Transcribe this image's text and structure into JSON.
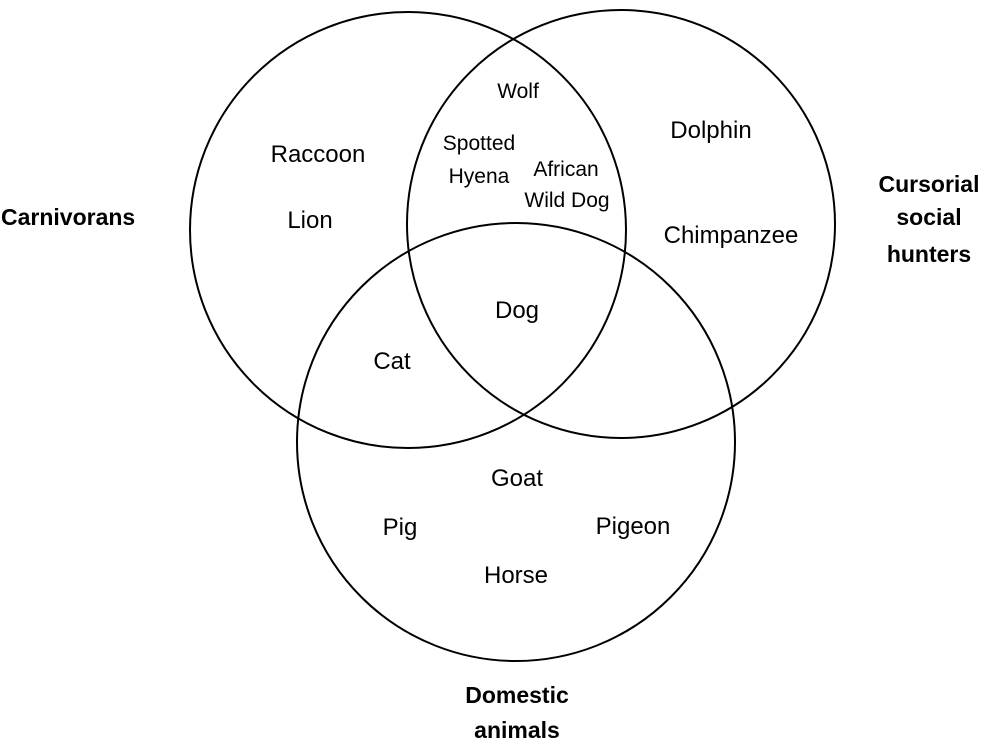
{
  "sets": {
    "carnivorans": {
      "label": "Carnivorans"
    },
    "cursorial": {
      "label_line1": "Cursorial",
      "label_line2": "social",
      "label_line3": "hunters"
    },
    "domestic": {
      "label_line1": "Domestic",
      "label_line2": "animals"
    }
  },
  "regions": {
    "carnivorans_only": [
      "Raccoon",
      "Lion"
    ],
    "cursorial_only": [
      "Dolphin",
      "Chimpanzee"
    ],
    "carnivorans_cursorial": {
      "wolf": "Wolf",
      "spotted_hyena_line1": "Spotted",
      "spotted_hyena_line2": "Hyena",
      "african_wild_dog_line1": "African",
      "african_wild_dog_line2": "Wild Dog"
    },
    "all_three": [
      "Dog"
    ],
    "carnivorans_domestic": [
      "Cat"
    ],
    "domestic_only": [
      "Goat",
      "Pig",
      "Pigeon",
      "Horse"
    ]
  },
  "colors": {
    "stroke": "#000000",
    "text": "#000000",
    "background": "#ffffff"
  }
}
